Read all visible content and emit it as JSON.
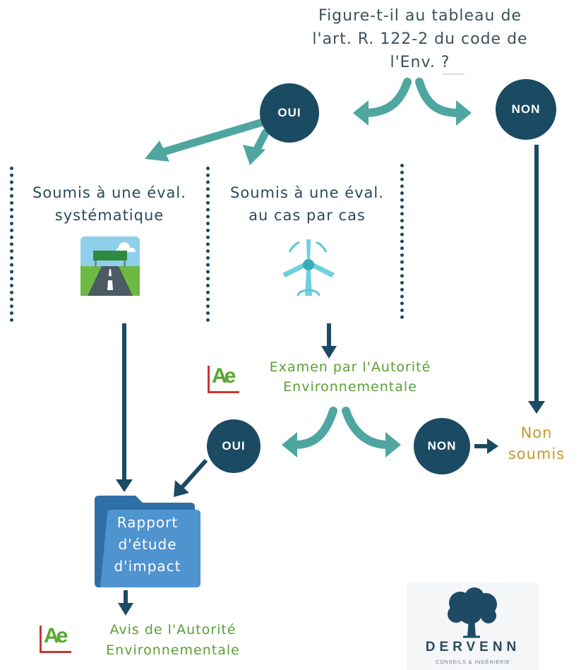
{
  "question": {
    "line1": "Figure-t-il au tableau de",
    "line2": "l'art. R. 122-2 du code de",
    "line3": "l'Env. ?"
  },
  "decision_top": {
    "oui": "OUI",
    "non": "NON"
  },
  "categories": {
    "systematique": {
      "line1": "Soumis à une éval.",
      "line2": "systématique"
    },
    "cas_par_cas": {
      "line1": "Soumis à une éval.",
      "line2": "au cas par cas"
    }
  },
  "examen": {
    "line1": "Examen par l'Autorité",
    "line2": "Environnementale"
  },
  "decision_bottom": {
    "oui": "OUI",
    "non": "NON"
  },
  "non_soumis": {
    "line1": "Non",
    "line2": "soumis"
  },
  "rapport": {
    "line1": "Rapport",
    "line2": "d'étude",
    "line3": "d'impact"
  },
  "avis": {
    "line1": "Avis de l'Autorité",
    "line2": "Environnementale"
  },
  "ae_logo_text": "Ae",
  "brand": {
    "name": "DERVENN",
    "tagline": "CONSEILS & INGÉNIERIE"
  },
  "colors": {
    "navy": "#1b4a63",
    "teal": "#4fa6a0",
    "green_text": "#5aa033",
    "gold_text": "#c8972c",
    "folder_blue": "#2f6fa8"
  },
  "icons": [
    "highway-icon",
    "wind-turbine-icon",
    "folder-icon",
    "ae-logo-icon",
    "oak-tree-icon"
  ]
}
